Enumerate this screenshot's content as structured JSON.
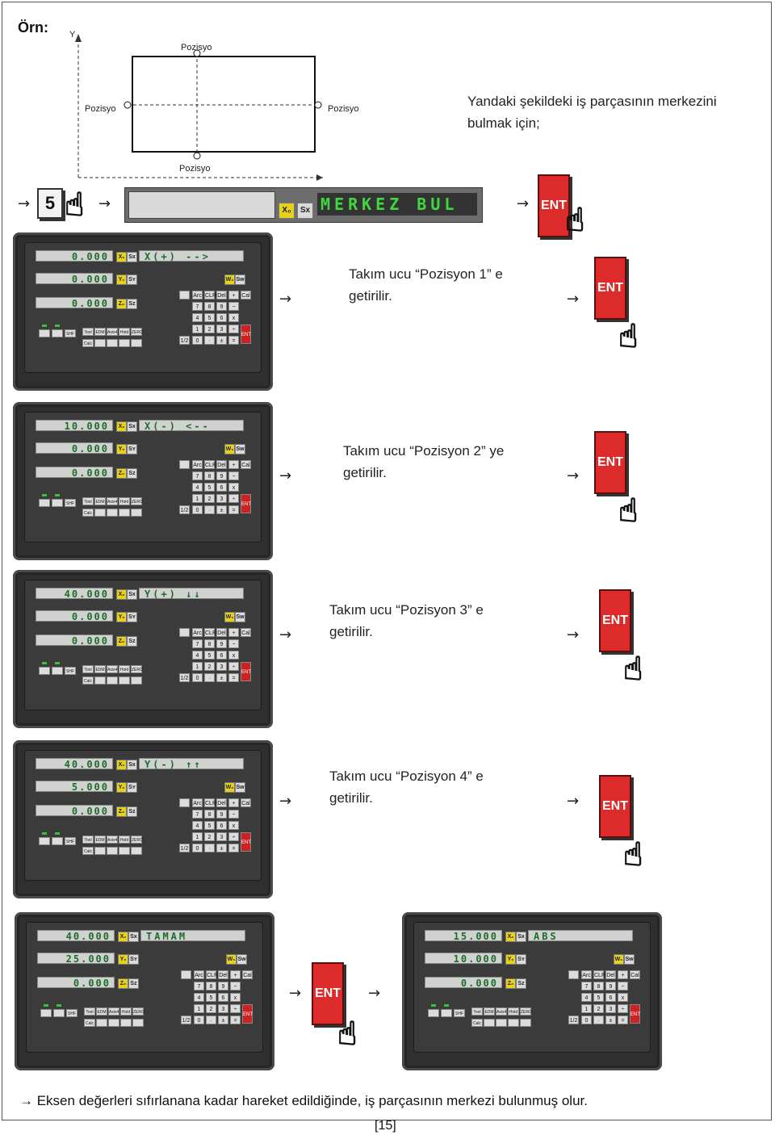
{
  "heading": "Örn:",
  "diagram": {
    "y_axis": "Y",
    "pos_top": "Pozisyo",
    "pos_left": "Pozisyo",
    "pos_right": "Pozisyo",
    "pos_bottom": "Pozisyo"
  },
  "intro_text": [
    "Yandaki şekildeki iş parçasının merkezini",
    "bulmak için;"
  ],
  "arrow_glyph": "→",
  "key5": "5",
  "header_bar": {
    "x0": "X₀",
    "sx": "Sx",
    "message": "MERKEZ BUL"
  },
  "ent_label": "ENT",
  "steps": [
    {
      "line1": "Takım ucu  “Pozisyon 1” e",
      "line2": "getirilir.",
      "x": "0.000",
      "y": "0.000",
      "z": "0.000",
      "msg": "X(+)  -->"
    },
    {
      "line1": "Takım ucu  “Pozisyon 2” ye",
      "line2": "getirilir.",
      "x": "10.000",
      "y": "0.000",
      "z": "0.000",
      "msg": "X(-)  <--"
    },
    {
      "line1": "Takım ucu  “Pozisyon 3” e",
      "line2": "getirilir.",
      "x": "40.000",
      "y": "0.000",
      "z": "0.000",
      "msg": "Y(+)  ↓↓"
    },
    {
      "line1": "Takım ucu  “Pozisyon 4” e",
      "line2": "getirilir.",
      "x": "40.000",
      "y": "5.000",
      "z": "0.000",
      "msg": "Y(-)  ↑↑"
    }
  ],
  "result_before": {
    "x": "40.000",
    "y": "25.000",
    "z": "0.000",
    "msg": "TAMAM"
  },
  "result_after": {
    "x": "15.000",
    "y": "10.000",
    "z": "0.000",
    "msg": "ABS"
  },
  "panel_keys": {
    "x0": "X₀",
    "sx": "Sx",
    "y0": "Y₀",
    "sy": "Sʏ",
    "z0": "Z₀",
    "sz": "Sz",
    "w0": "W₀",
    "sw": "Sw",
    "f1": "Arc",
    "f2": "CLR",
    "f3": "Del",
    "f4": "+",
    "f5": "Cal",
    "r1": [
      "7",
      "8",
      "9",
      "−"
    ],
    "r2": [
      "4",
      "5",
      "6",
      "x"
    ],
    "r3": [
      "1",
      "2",
      "3",
      "÷"
    ],
    "r4": [
      "0",
      "·",
      "±",
      "="
    ],
    "ent": "ENT",
    "bottom1": [
      "Tool",
      "EDM",
      "Axis4",
      "Hold",
      "ZERO"
    ],
    "bottom2": [
      "Calc"
    ],
    "shf": "SHF",
    "half": "1/2"
  },
  "final_text": "→ Eksen değerleri sıfırlanana kadar hareket edildiğinde, iş parçasının merkezi bulunmuş olur.",
  "page_number": "[15]"
}
